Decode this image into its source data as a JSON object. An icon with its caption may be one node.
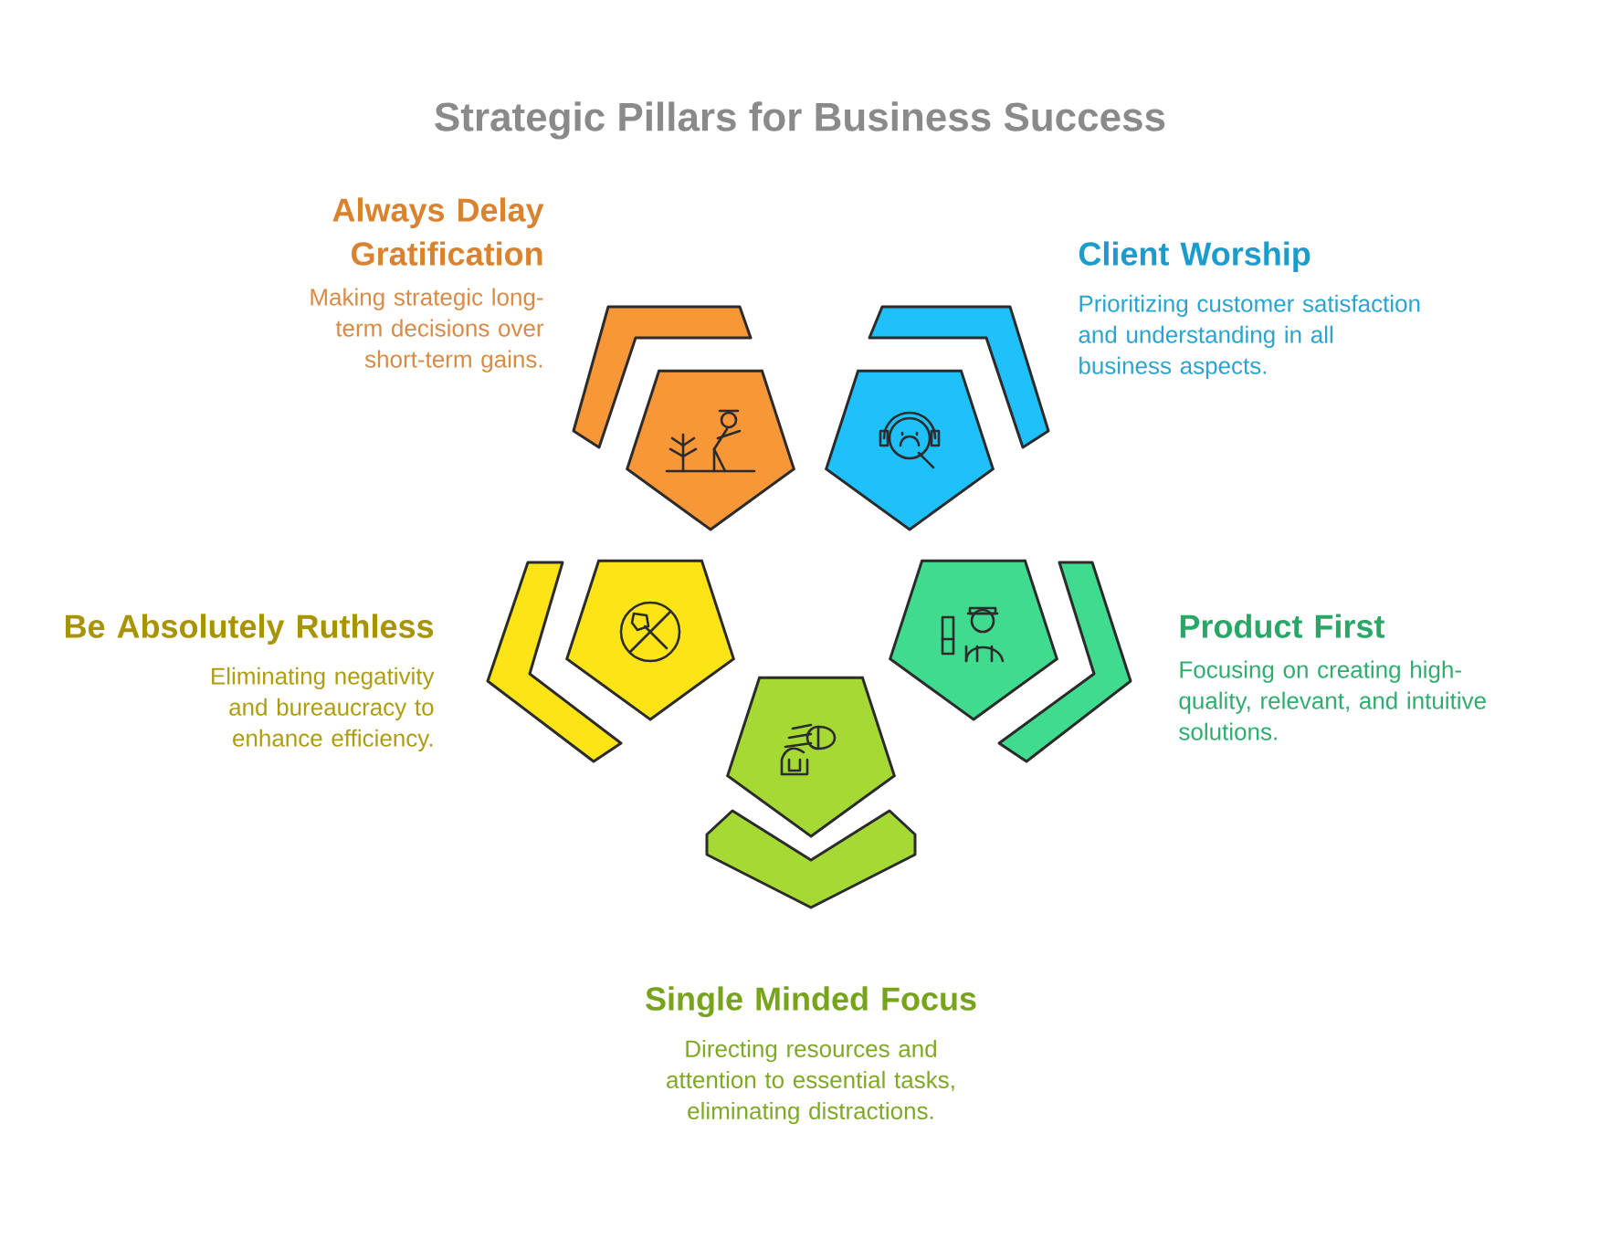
{
  "diagram": {
    "title": "Strategic Pillars for Business Success",
    "nodes": [
      {
        "text": [],
        "shape": "pentagon",
        "beside": [
          "Always Delay Gratification",
          "Making strategic long-term decisions over short-term gains."
        ]
      },
      {
        "text": [],
        "shape": "pentagon",
        "beside": [
          "Client Worship",
          "Prioritizing customer satisfaction and understanding in all business aspects."
        ]
      },
      {
        "text": [],
        "shape": "pentagon",
        "beside": [
          "Be Absolutely Ruthless",
          "Eliminating negativity and bureaucracy to enhance efficiency."
        ]
      },
      {
        "text": [],
        "shape": "pentagon",
        "beside": [
          "Product First",
          "Focusing on creating high-quality, relevant, and intuitive solutions."
        ]
      },
      {
        "text": [],
        "shape": "pentagon",
        "beside": [
          "Single Minded Focus",
          "Directing resources and attention to essential tasks, eliminating distractions."
        ]
      }
    ]
  }
}
